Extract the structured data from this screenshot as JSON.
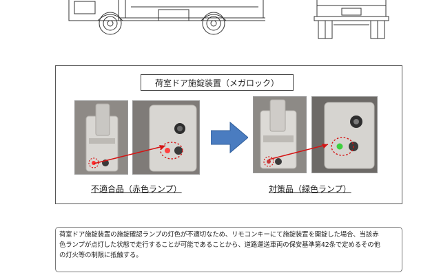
{
  "figure": {
    "title": "荷室ドア施錠装置（メガロック）",
    "left_caption": "不適合品（赤色ランプ）",
    "right_caption": "対策品（緑色ランプ）",
    "left_lamp_color": "#e02020",
    "right_lamp_color": "#3ecf3e",
    "arrow_color": "#4a7cc0",
    "marker_line_color": "#d41414"
  },
  "note": {
    "lines": [
      "荷室ドア施錠装置の施錠確認ランプの灯色が不適切なため、リモコンキーにて施錠装置を開錠した場合、当該赤",
      "色ランプが点灯した状態で走行することが可能であることから、道路運送車両の保安基準第42条で定めるその他",
      "の灯火等の制限に抵触する。"
    ]
  }
}
